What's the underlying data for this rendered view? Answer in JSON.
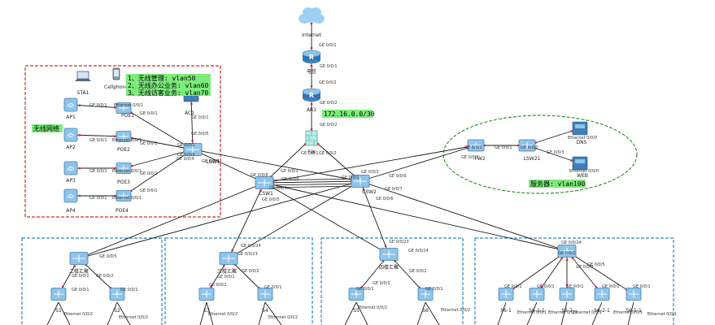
{
  "colors": {
    "link": "#1a1a1a",
    "port_dot": "#e02020",
    "device_fill": "#8fc4ea",
    "device_dark": "#3f7fb8",
    "router_fill": "#2f73b8",
    "cloud": "#9fd0f3",
    "wireless_border": "#d42a2a",
    "server_border": "#2a9a2a",
    "floor_border": "#2a88c8",
    "note_fill": "#7cec7c"
  },
  "notes": {
    "wireless_vlans": [
      "1、无线管理: vlan50",
      "2、无线办公业务: vlan60",
      "3、无线访客业务: vlan70"
    ],
    "wireless_area": "无线网络",
    "ar_subnet": "172.16.0.0/30",
    "server_area": "服务器: vlan100"
  },
  "devices": {
    "internet": "Internet",
    "r_top": "电信",
    "ar1": "AR1",
    "fw": "FW",
    "sta1": "STA1",
    "cellphone": "Cellphone",
    "ac1": "AC1",
    "lsw1": "LSW1",
    "ap1": "AP1",
    "ap2": "AP2",
    "ap3": "AP3",
    "ap4": "AP4",
    "poe1": "POE1",
    "poe2": "POE2",
    "poe3": "POE3",
    "poe4": "POE4",
    "csw1": "CSW1",
    "csw2": "CSW2",
    "fw2": "FW2",
    "lsw21": "LSW21",
    "dns": "DNS",
    "web": "WEB",
    "floor2_agg": "二楼汇聚",
    "floor3_agg": "三楼汇聚",
    "floor4_agg": "四楼汇聚",
    "s1": "S1",
    "s2": "S2",
    "s3": "S3",
    "s4": "S4",
    "s5": "S5",
    "s6": "S6",
    "s61": "S6-1",
    "s611": "S6-1-1",
    "s62": "S6-2",
    "s621": "S6-2-1"
  },
  "ports": {
    "ge001": "GE 0/0/1",
    "ge002": "GE 0/0/2",
    "ge003": "GE 0/0/3",
    "ge004": "GE 0/0/4",
    "ge005": "GE 0/0/5",
    "ge006": "GE 0/0/6",
    "ge007": "GE 0/0/7",
    "ge008": "GE 0/0/8",
    "ge009": "GE 0/0/9",
    "ge0023": "GE 0/0/23",
    "ge0024": "GE 0/0/24",
    "eth001": "Ethernet 0/0/1",
    "eth002": "Ethernet 0/0/2",
    "eth000": "Ethernet 0/0/0"
  }
}
